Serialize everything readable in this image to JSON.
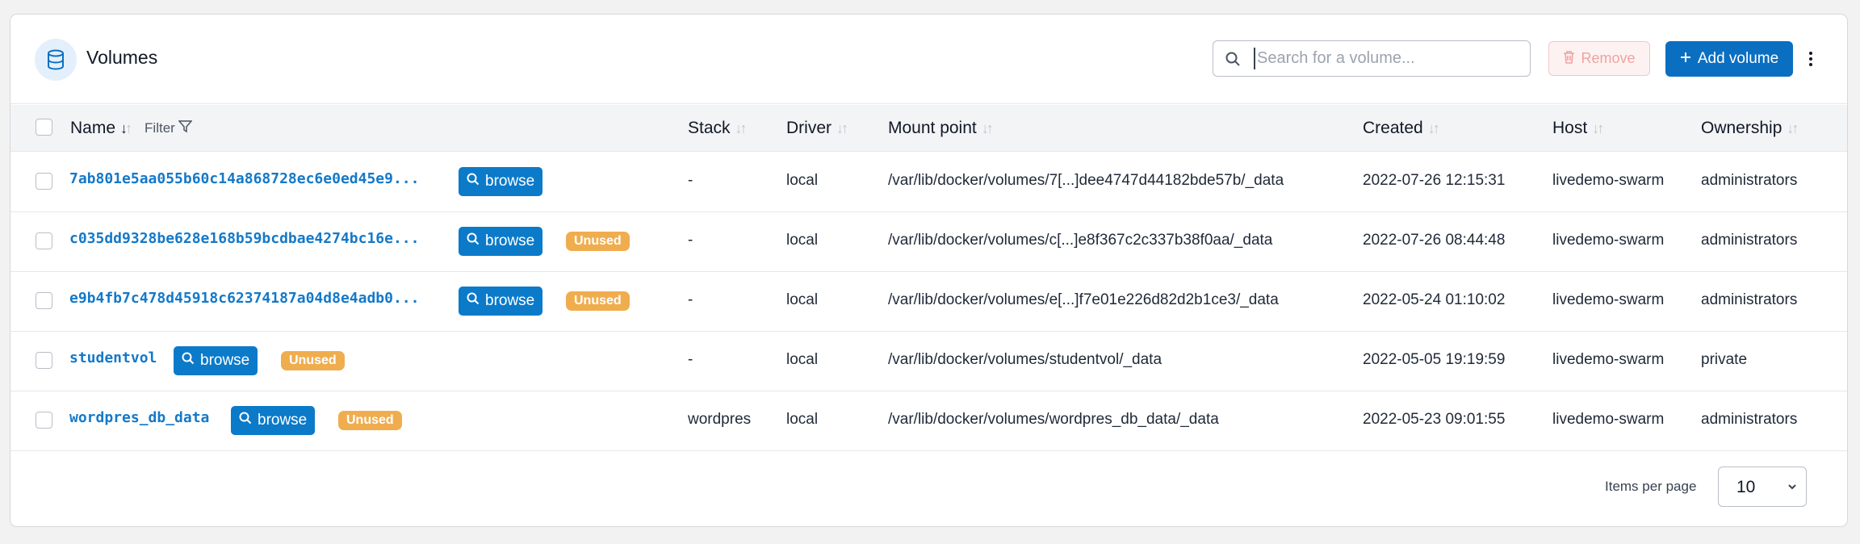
{
  "header": {
    "title": "Volumes",
    "title_icon": "database-icon",
    "search_placeholder": "Search for a volume...",
    "remove_label": "Remove",
    "add_label": "Add volume"
  },
  "columns": {
    "name": "Name",
    "filter": "Filter",
    "stack": "Stack",
    "driver": "Driver",
    "mount": "Mount point",
    "created": "Created",
    "host": "Host",
    "ownership": "Ownership"
  },
  "browse_label": "browse",
  "unused_label": "Unused",
  "rows": [
    {
      "name": "7ab801e5aa055b60c14a868728ec6e0ed45e9...",
      "unused": false,
      "stack": "-",
      "driver": "local",
      "mount": "/var/lib/docker/volumes/7[...]dee4747d44182bde57b/_data",
      "created": "2022-07-26 12:15:31",
      "host": "livedemo-swarm",
      "ownership": "administrators"
    },
    {
      "name": "c035dd9328be628e168b59bcdbae4274bc16e...",
      "unused": true,
      "stack": "-",
      "driver": "local",
      "mount": "/var/lib/docker/volumes/c[...]e8f367c2c337b38f0aa/_data",
      "created": "2022-07-26 08:44:48",
      "host": "livedemo-swarm",
      "ownership": "administrators"
    },
    {
      "name": "e9b4fb7c478d45918c62374187a04d8e4adb0...",
      "unused": true,
      "stack": "-",
      "driver": "local",
      "mount": "/var/lib/docker/volumes/e[...]f7e01e226d82d2b1ce3/_data",
      "created": "2022-05-24 01:10:02",
      "host": "livedemo-swarm",
      "ownership": "administrators"
    },
    {
      "name": "studentvol",
      "unused": true,
      "stack": "-",
      "driver": "local",
      "mount": "/var/lib/docker/volumes/studentvol/_data",
      "created": "2022-05-05 19:19:59",
      "host": "livedemo-swarm",
      "ownership": "private"
    },
    {
      "name": "wordpres_db_data",
      "unused": true,
      "stack": "wordpres",
      "driver": "local",
      "mount": "/var/lib/docker/volumes/wordpres_db_data/_data",
      "created": "2022-05-23 09:01:55",
      "host": "livedemo-swarm",
      "ownership": "administrators"
    }
  ],
  "footer": {
    "items_per_page_label": "Items per page",
    "items_per_page_value": "10"
  },
  "colors": {
    "accent": "#0b6fc1",
    "link": "#1479c9",
    "unused_badge": "#f0ad4e",
    "remove_disabled": "#efa3a3"
  }
}
